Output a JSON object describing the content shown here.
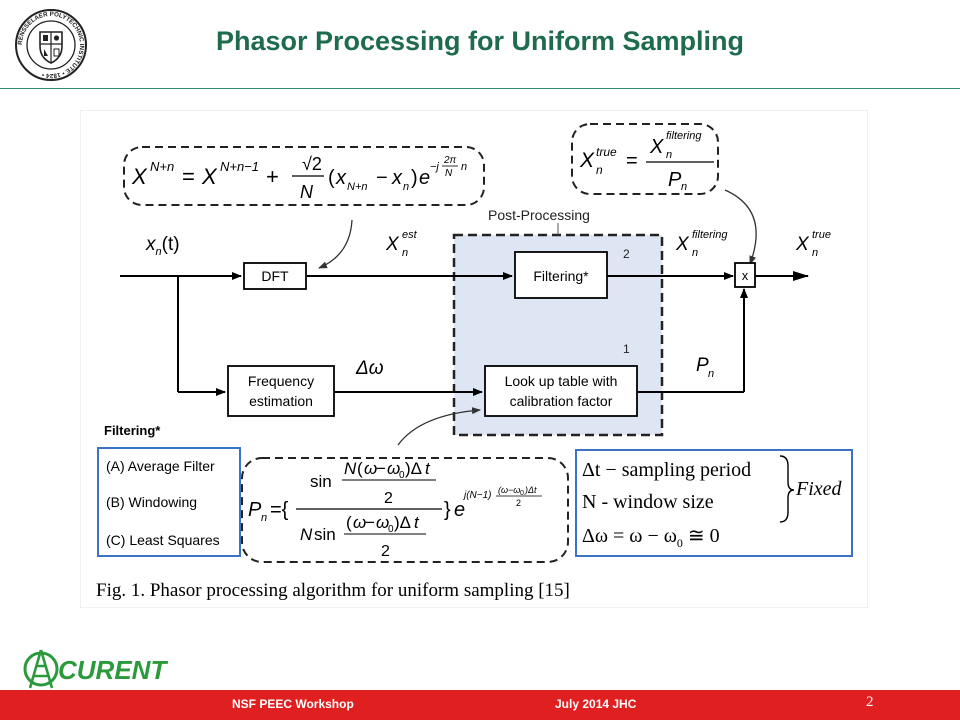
{
  "slide": {
    "title": "Phasor Processing for Uniform Sampling",
    "logo_text": "RENSSELAER POLYTECHNIC INSTITUTE • 1824 •",
    "brand": "CURENT"
  },
  "diagram": {
    "nodes": {
      "dft": "DFT",
      "filtering": "Filtering*",
      "freq_line1": "Frequency",
      "freq_line2": "estimation",
      "lookup_line1": "Look up table with",
      "lookup_line2": "calibration factor",
      "multiply": "x"
    },
    "group_label": "Post-Processing",
    "marker_2": "2",
    "marker_1": "1",
    "signals": {
      "input_main": "x",
      "input_sub": "n",
      "input_arg": "(t)",
      "est_main": "X",
      "est_sup": "est",
      "est_sub": "n",
      "filt_main": "X",
      "filt_sup": "filtering",
      "filt_sub": "n",
      "true_main": "X",
      "true_sup": "true",
      "true_sub": "n",
      "delta_omega": "Δω",
      "pn_main": "P",
      "pn_sub": "n"
    },
    "filter_options": {
      "heading": "Filtering*",
      "items": [
        "(A) Average Filter",
        "(B) Windowing",
        "(C) Least Squares"
      ]
    },
    "params": {
      "line1": "Δt − sampling period",
      "line2": "N - window size",
      "line3": "Δω = ω − ω",
      "line3_sub": "0",
      "line3_end": " ≅ 0",
      "brace_label": "Fixed"
    },
    "caption": "Fig. 1.   Phasor processing algorithm for uniform sampling [15]"
  },
  "footer": {
    "left": "NSF PEEC Workshop",
    "middle": "July 2014 JHC",
    "page": "2"
  }
}
